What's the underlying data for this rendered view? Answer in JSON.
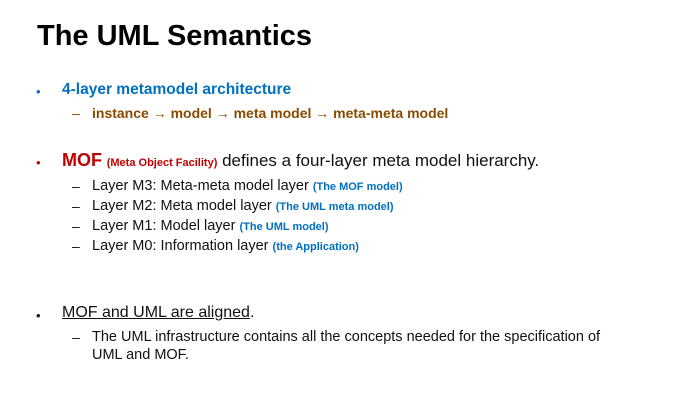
{
  "title": "The UML Semantics",
  "colors": {
    "blue": "#0070C0",
    "brown": "#8A4B00",
    "red": "#C00000"
  },
  "bullet_glyph": "•",
  "dash_glyph": "–",
  "b1": {
    "text": "4-layer metamodel architecture",
    "sub": "instance → model → meta model → meta-meta model"
  },
  "b2": {
    "mof": "MOF",
    "paren": "(Meta Object Facility)",
    "rest": " defines a four-layer meta model hierarchy.",
    "layers": [
      {
        "text": "Layer M3: Meta-meta model layer ",
        "note": "(The MOF model)"
      },
      {
        "text": "Layer M2: Meta model layer ",
        "note": "(The UML meta model)"
      },
      {
        "text": "Layer M1: Model layer ",
        "note": "(The UML model)"
      },
      {
        "text": "Layer M0: Information layer ",
        "note": "(the Application)"
      }
    ]
  },
  "b3": {
    "text": "MOF and UML are aligned",
    "period": ".",
    "sub1": "The UML infrastructure contains all the concepts needed for the specification of",
    "sub2": "UML and MOF."
  }
}
